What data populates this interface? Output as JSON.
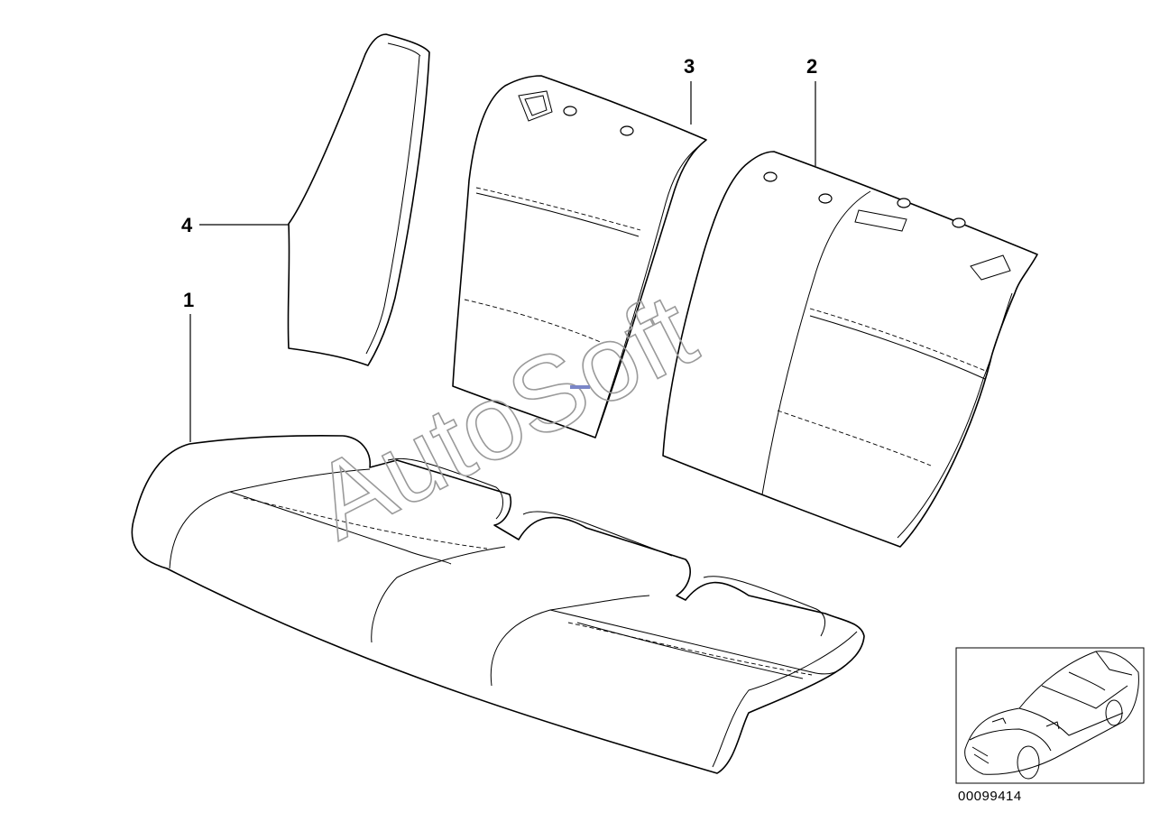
{
  "callouts": [
    {
      "id": "1",
      "label": "1"
    },
    {
      "id": "2",
      "label": "2"
    },
    {
      "id": "3",
      "label": "3"
    },
    {
      "id": "4",
      "label": "4"
    }
  ],
  "watermark": "AutoSoft",
  "part_number": "00099414",
  "thumbnail": {
    "icon": "car-thumbnail-icon"
  }
}
